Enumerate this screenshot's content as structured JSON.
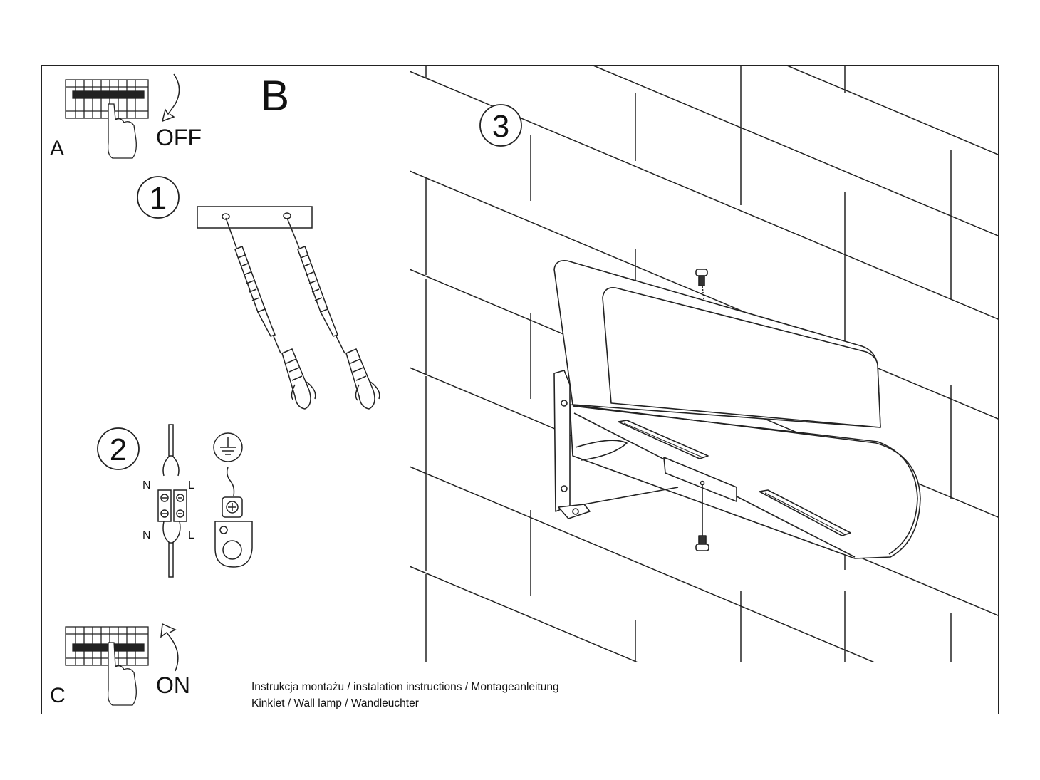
{
  "panels": {
    "a": {
      "letter": "A",
      "switch_state": "OFF",
      "icon": "circuit-breaker-icon"
    },
    "b": {
      "letter": "B"
    },
    "c": {
      "letter": "C",
      "switch_state": "ON",
      "icon": "circuit-breaker-icon"
    }
  },
  "steps": [
    {
      "number": "1",
      "icon": "wall-plug-screw-icon"
    },
    {
      "number": "2",
      "icon": "wiring-connector-icon"
    },
    {
      "number": "3",
      "icon": "wall-lamp-mount-icon"
    }
  ],
  "wiring": {
    "neutral": "N",
    "live": "L",
    "earth_icon": "ground-symbol-icon"
  },
  "caption": {
    "line1": "Instrukcja montażu / instalation instructions / Montageanleitung",
    "line2": "Kinkiet / Wall lamp / Wandleuchter"
  }
}
